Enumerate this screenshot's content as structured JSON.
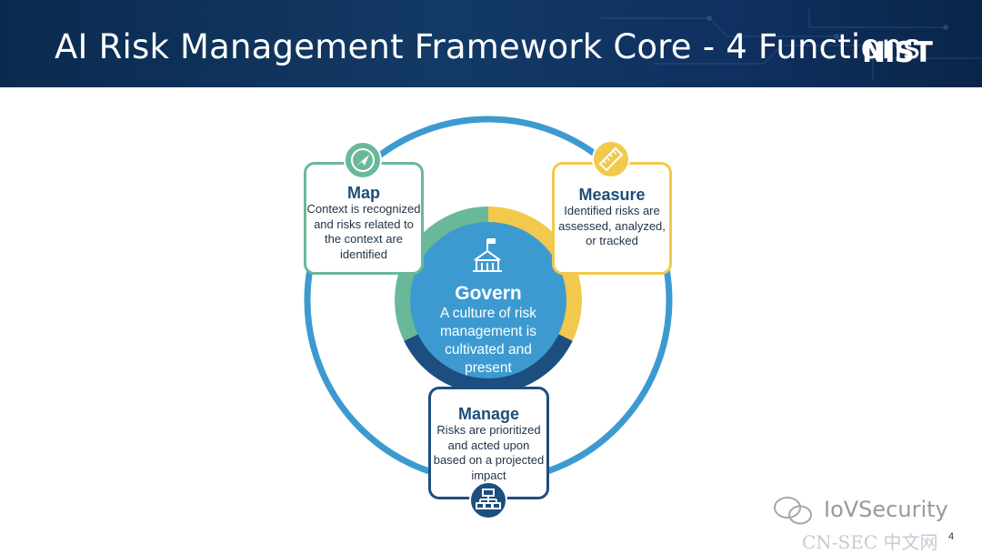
{
  "header": {
    "title": "AI Risk Management Framework Core - 4 Functions",
    "logo_text": "NIST"
  },
  "govern": {
    "title": "Govern",
    "description": "A culture of risk management is cultivated and present",
    "icon": "building-icon"
  },
  "map": {
    "title": "Map",
    "description": "Context is recognized and risks related to the context are identified",
    "icon": "compass-icon"
  },
  "measure": {
    "title": "Measure",
    "description": "Identified risks are assessed, analyzed, or tracked",
    "icon": "ruler-icon"
  },
  "manage": {
    "title": "Manage",
    "description": "Risks are prioritized and acted upon based on a projected impact",
    "icon": "hierarchy-icon"
  },
  "colors": {
    "map": "#6ab89a",
    "measure": "#f2c94c",
    "manage": "#1d4e80",
    "govern": "#3d9ad1",
    "outer_ring": "#3d9ad1",
    "header": "#0f3060"
  },
  "watermark": {
    "brand": "IoVSecurity",
    "site": "CN-SEC 中文网"
  },
  "page_number": "4"
}
